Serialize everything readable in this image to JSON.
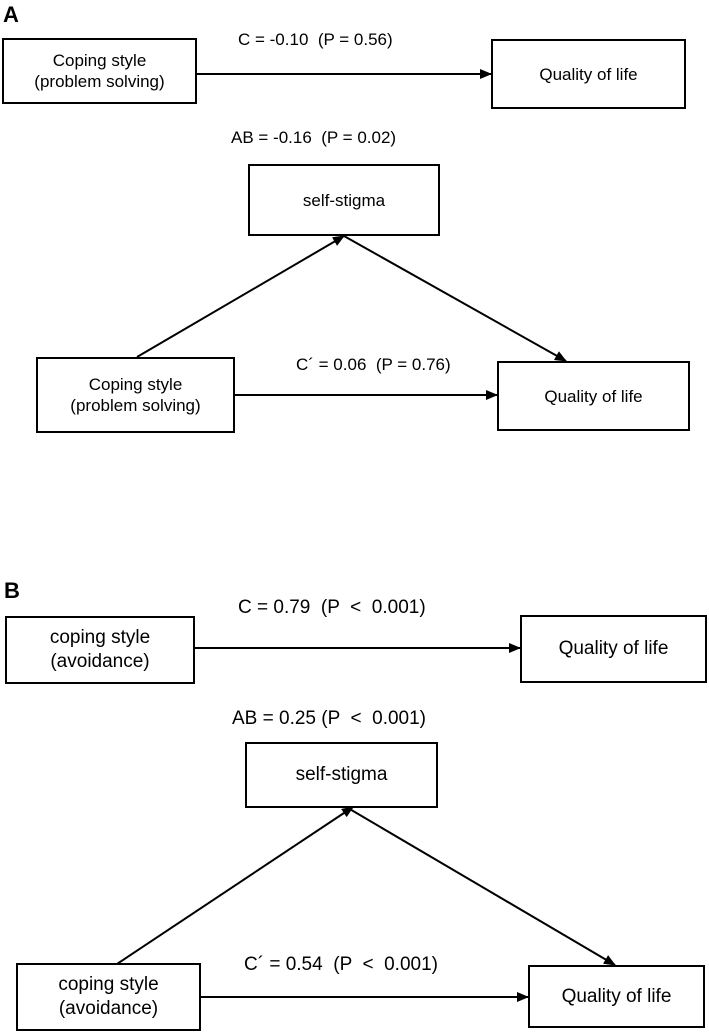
{
  "panels": [
    {
      "letter": "A",
      "direct": {
        "predictor": [
          "Coping style",
          "(problem solving)"
        ],
        "outcome": [
          "Quality of life"
        ],
        "label": "C = -0.10  (P = 0.56)"
      },
      "mediation": {
        "indirect_label": "AB = -0.16  (P = 0.02)",
        "mediator": [
          "self-stigma"
        ],
        "predictor": [
          "Coping style",
          "(problem solving)"
        ],
        "outcome": [
          "Quality of life"
        ],
        "direct_label": "C´ = 0.06  (P = 0.76)"
      }
    },
    {
      "letter": "B",
      "direct": {
        "predictor": [
          "coping style",
          "(avoidance)"
        ],
        "outcome": [
          "Quality of life"
        ],
        "label": "C = 0.79  (P  <  0.001)"
      },
      "mediation": {
        "indirect_label": "AB = 0.25 (P  <  0.001)",
        "mediator": [
          "self-stigma"
        ],
        "predictor": [
          "coping style",
          "(avoidance)"
        ],
        "outcome": [
          "Quality of life"
        ],
        "direct_label": "C´ = 0.54  (P  <  0.001)"
      }
    }
  ]
}
